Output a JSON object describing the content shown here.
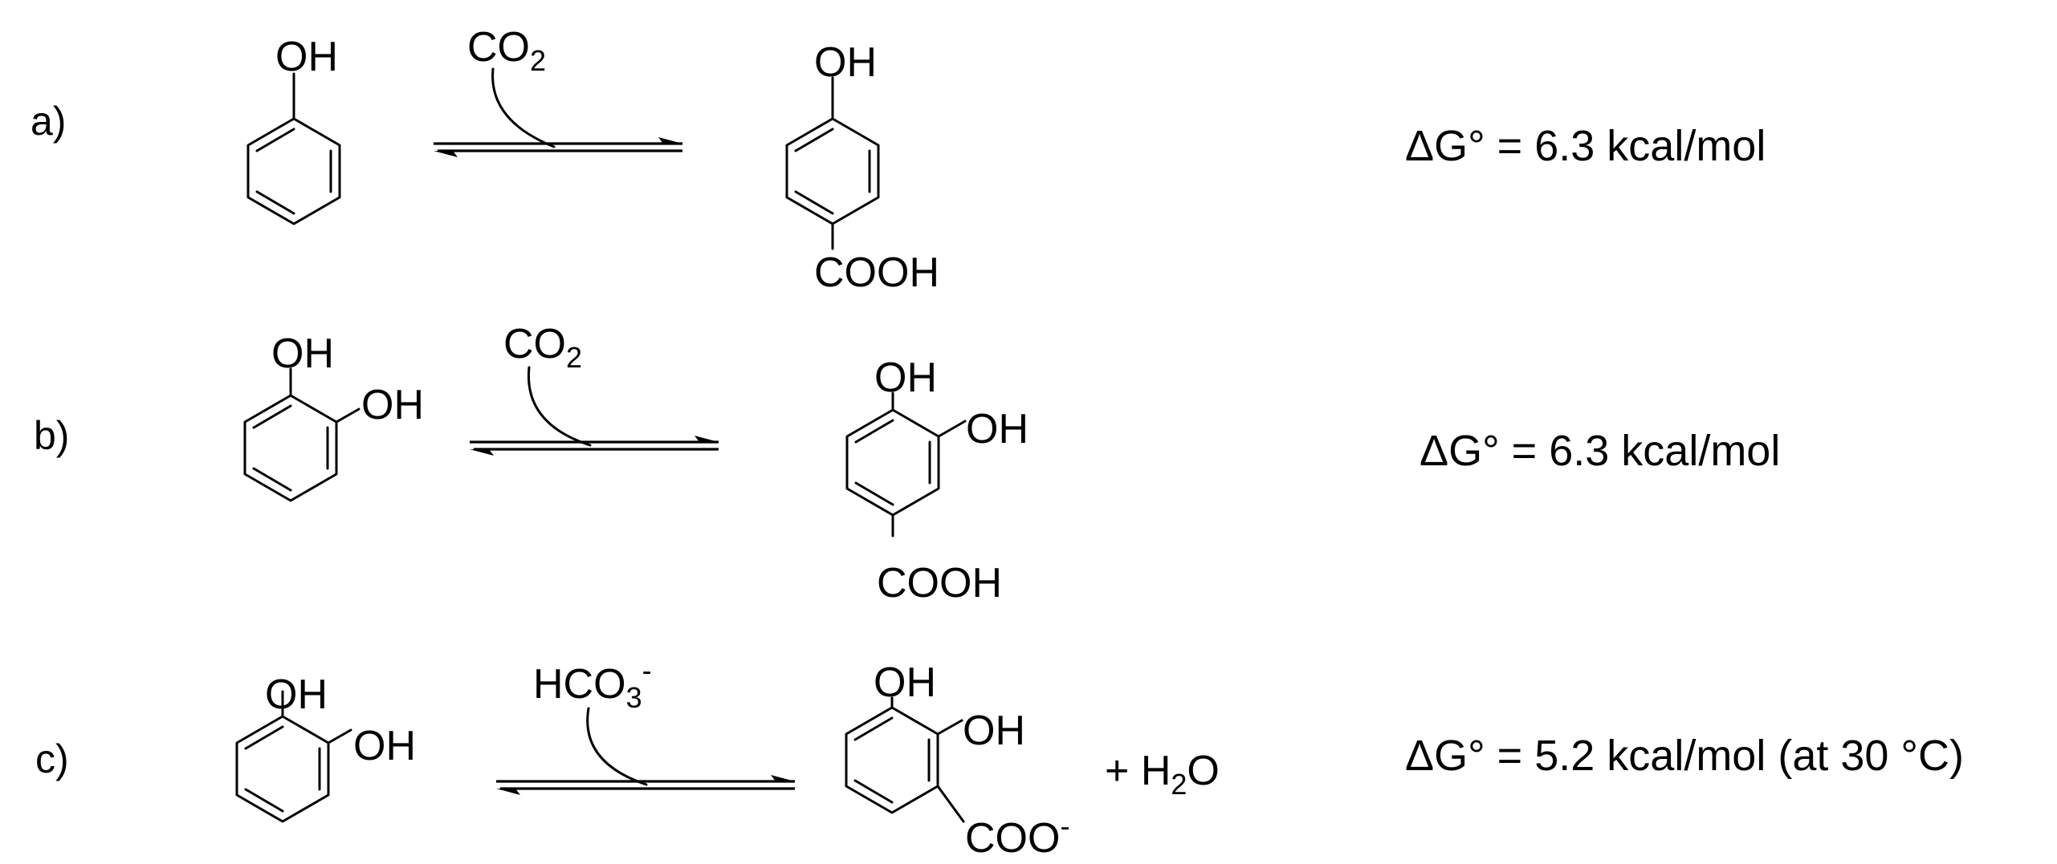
{
  "reactions": [
    {
      "label": "a)",
      "reactant": {
        "groups": [
          "OH"
        ]
      },
      "reagent": {
        "main": "CO",
        "sub": "2",
        "sup": ""
      },
      "product": {
        "groups": [
          "OH",
          "COOH"
        ]
      },
      "extra": {
        "prefix": "",
        "sub": "",
        "suffix": ""
      },
      "delta_g": "G° = 6.3 kcal/mol"
    },
    {
      "label": "b)",
      "reactant": {
        "groups": [
          "OH",
          "OH"
        ]
      },
      "reagent": {
        "main": "CO",
        "sub": "2",
        "sup": ""
      },
      "product": {
        "groups": [
          "OH",
          "OH",
          "COOH"
        ]
      },
      "extra": {
        "prefix": "",
        "sub": "",
        "suffix": ""
      },
      "delta_g": "G° = 6.3 kcal/mol"
    },
    {
      "label": "c)",
      "reactant": {
        "groups": [
          "OH",
          "OH"
        ]
      },
      "reagent": {
        "main": "HCO",
        "sub": "3",
        "sup": "-"
      },
      "product": {
        "groups": [
          "OH",
          "OH",
          "COO",
          "-"
        ]
      },
      "extra": {
        "prefix": "+ H",
        "sub": "2",
        "suffix": "O"
      },
      "delta_g": "G° = 5.2 kcal/mol (at 30 °C)"
    }
  ],
  "delta_symbol": "Δ"
}
